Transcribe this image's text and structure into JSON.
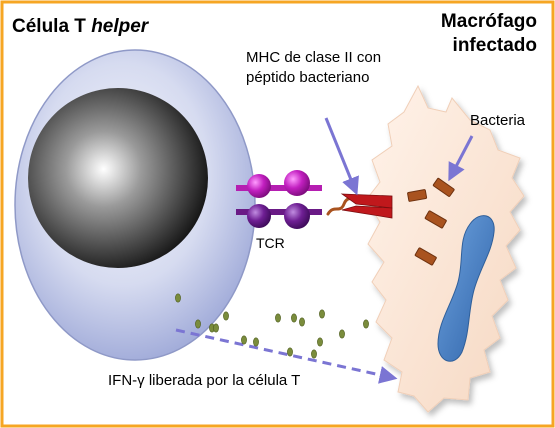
{
  "title_left_plain": "Célula T ",
  "title_left_italic": "helper",
  "title_right_line1": "Macrófago",
  "title_right_line2": "infectado",
  "label_mhc_line1": "MHC de clase II con",
  "label_mhc_line2": "péptido bacteriano",
  "label_bacteria": "Bacteria",
  "label_tcr": "TCR",
  "label_ifn": "IFN-γ liberada por la célula T",
  "colors": {
    "border": "#f6a623",
    "cell_body": "#bcc4e6",
    "nucleus": "#1e1e1e",
    "macrophage": "#fbe5d6",
    "macrophage_nucleus": "#4a86c8",
    "bacteria": "#a9531f",
    "mhc": "#c0181c",
    "tcr_light": "#b51eb1",
    "tcr_dark": "#6a1a86",
    "ifn_dots": "#7a8c3c",
    "arrow": "#7b75d3"
  }
}
